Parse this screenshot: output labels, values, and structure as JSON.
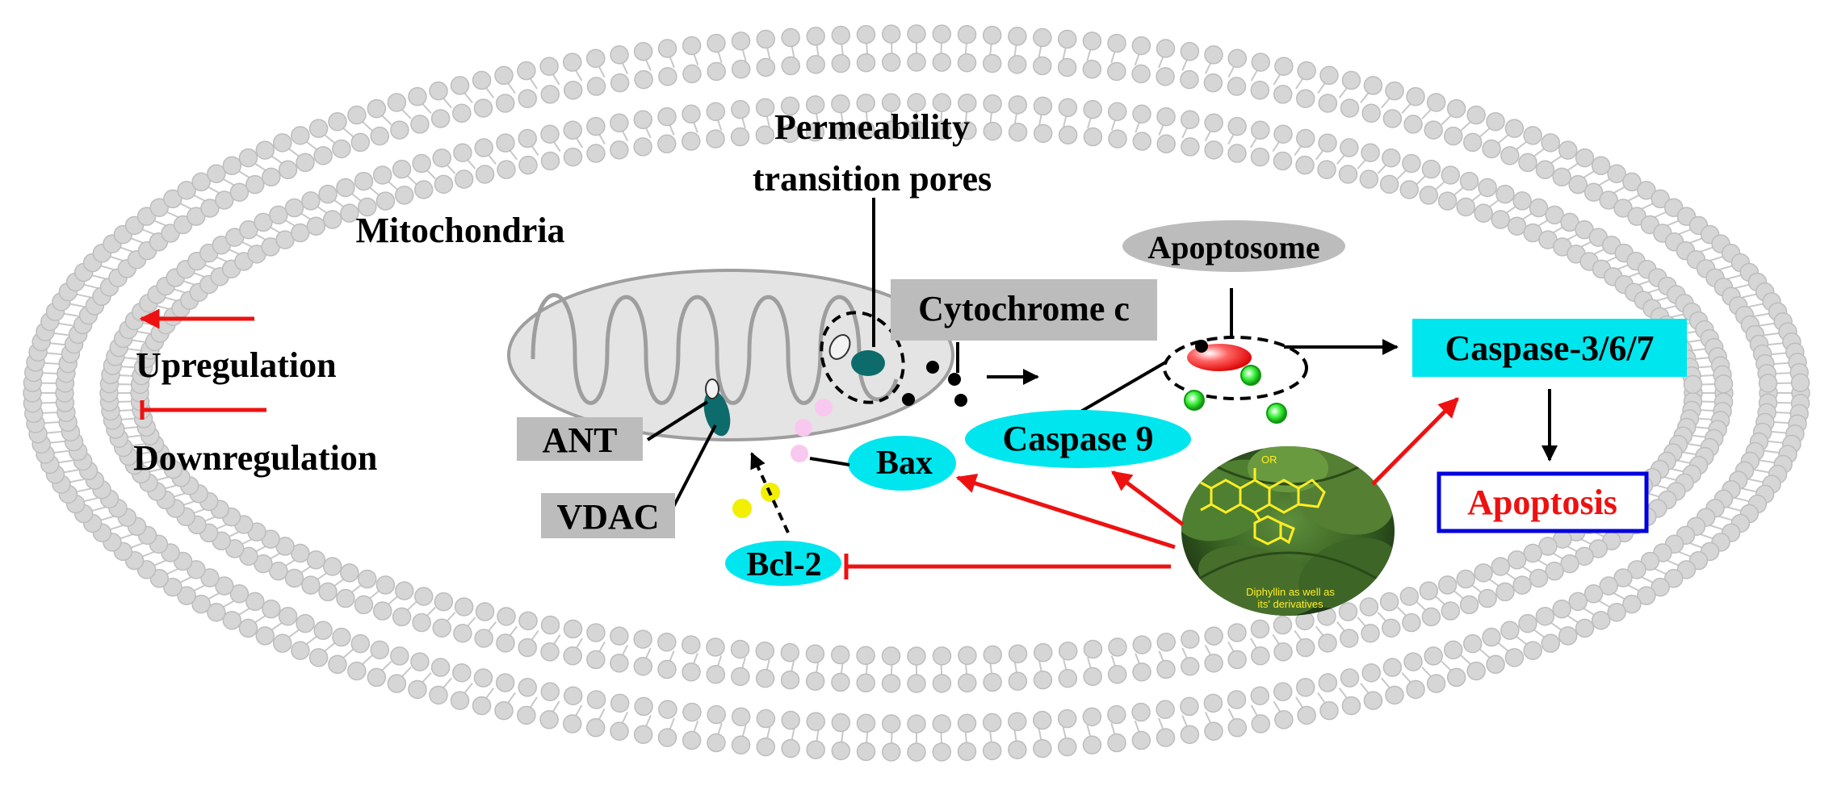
{
  "diagram": {
    "labels": {
      "permeability_line1": "Permeability",
      "permeability_line2": "transition pores",
      "mitochondria": "Mitochondria",
      "apoptosome": "Apoptosome",
      "cytochrome_c": "Cytochrome c",
      "caspase_367": "Caspase-3/6/7",
      "caspase_9": "Caspase 9",
      "bax": "Bax",
      "bcl2": "Bcl-2",
      "ant": "ANT",
      "vdac": "VDAC",
      "apoptosis": "Apoptosis",
      "plant_caption_line1": "Diphyllin as well as",
      "plant_caption_line2": "its' derivatives",
      "plant_structure_or": "OR"
    },
    "legend": {
      "upregulation": "Upregulation",
      "downregulation": "Downregulation"
    },
    "colors": {
      "membrane": "#d6d6d6",
      "membrane_stroke": "#bdbdbd",
      "cyan_node": "#00e6ee",
      "gray_box": "#bcbcbc",
      "red_arrow": "#ee1111",
      "apoptosis_border": "#0000dd",
      "apoptosis_text": "#ee1111",
      "channel": "#0e6b6b",
      "pink_dot": "#f8c8f0",
      "yellow_dot": "#f2f000",
      "green_dot": "#22dd22",
      "plant_green": "#3f6b2a",
      "structure_yellow": "#ffee22"
    }
  }
}
